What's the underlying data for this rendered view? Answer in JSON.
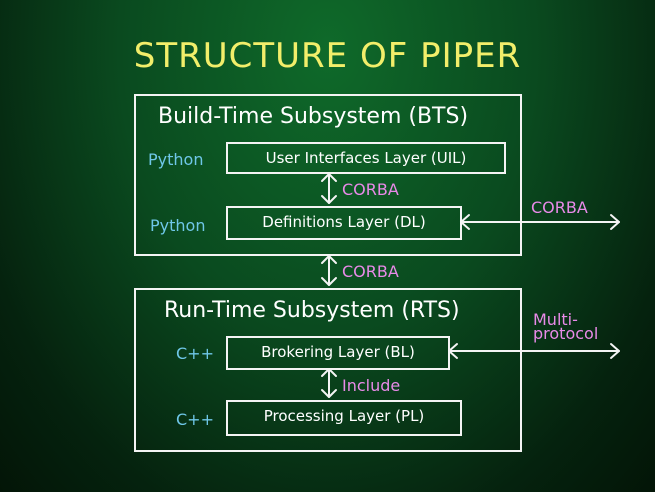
{
  "title": "STRUCTURE OF PIPER",
  "bts": {
    "title": "Build-Time Subsystem (BTS)",
    "layers": [
      {
        "name": "User Interfaces Layer (UIL)",
        "language": "Python"
      },
      {
        "name": "Definitions Layer (DL)",
        "language": "Python"
      }
    ],
    "internal_protocol": "CORBA",
    "external_protocol": "CORBA"
  },
  "link_protocol": "CORBA",
  "rts": {
    "title": "Run-Time Subsystem (RTS)",
    "layers": [
      {
        "name": "Brokering Layer (BL)",
        "language": "C++"
      },
      {
        "name": "Processing Layer (PL)",
        "language": "C++"
      }
    ],
    "internal_protocol": "Include",
    "external_protocol_line1": "Multi-",
    "external_protocol_line2": "protocol"
  },
  "colors": {
    "title": "#f2ee6a",
    "language": "#6fc7e8",
    "protocol": "#e88ae8",
    "box": "#f4f4f4"
  }
}
